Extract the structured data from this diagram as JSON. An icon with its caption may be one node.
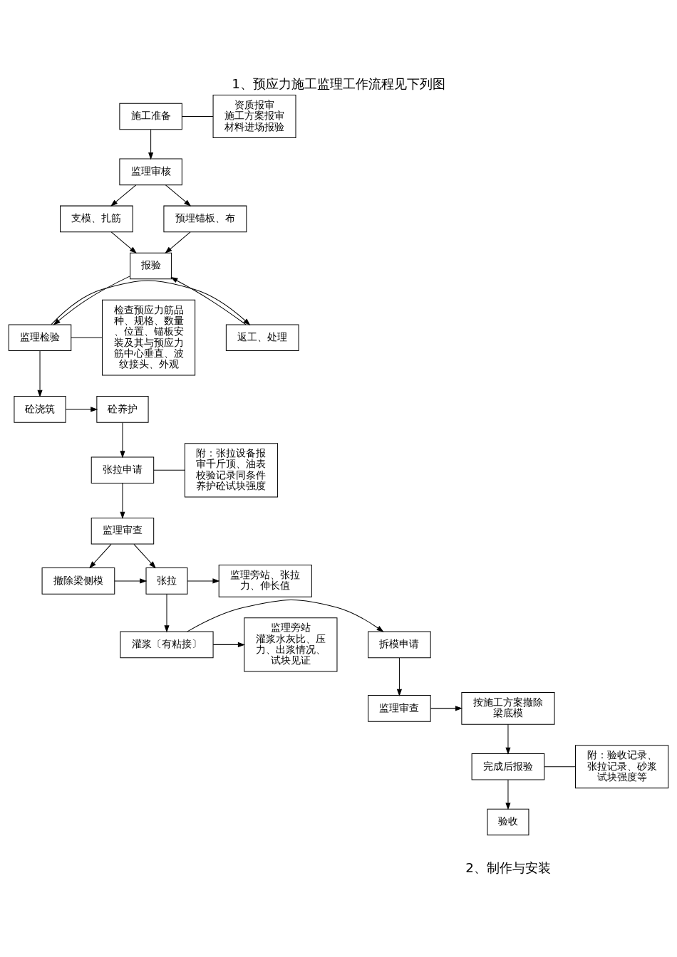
{
  "diagram": {
    "title": "1、预应力施工监理工作流程见下列图",
    "nodes": [
      {
        "text": [
          "施工准备"
        ]
      },
      {
        "text": [
          "资质报审",
          "施工方案报审",
          "材料进场报验"
        ]
      },
      {
        "text": [
          "监理审核"
        ]
      },
      {
        "text": [
          "支模、扎筋"
        ]
      },
      {
        "text": [
          "预埋锚板、布"
        ]
      },
      {
        "text": [
          "报验"
        ]
      },
      {
        "text": [
          "返工、处理"
        ]
      },
      {
        "text": [
          "监理检验"
        ]
      },
      {
        "text": [
          "检查预应力筋品种、规格、数量、位置、锚板安装及其与预应力筋中心垂直、波纹接头、外观"
        ]
      },
      {
        "text": [
          "砼养护"
        ]
      },
      {
        "text": [
          "砼浇筑"
        ]
      },
      {
        "text": [
          "张拉申请"
        ]
      },
      {
        "text": [
          "附：张拉设备报审千斤顶、油表校验记录同条件养护砼试块强度"
        ]
      },
      {
        "text": [
          "监理审查"
        ]
      },
      {
        "text": [
          "撤除梁侧模"
        ]
      },
      {
        "text": [
          "张拉"
        ]
      },
      {
        "text": [
          "监理旁站、张拉力、伸长值"
        ]
      },
      {
        "text": [
          "拆模申请"
        ]
      },
      {
        "text": [
          "灌浆〔有粘接〕"
        ]
      },
      {
        "text": [
          "监理旁站",
          "灌浆水灰比、压力、出浆情况、试块见证"
        ]
      },
      {
        "text": [
          "监理审查"
        ]
      },
      {
        "text": [
          "按施工方案撤除梁底模"
        ]
      },
      {
        "text": [
          "完成后报验"
        ]
      },
      {
        "text": [
          "附：验收记录、张拉记录、砂浆试块强度等"
        ]
      },
      {
        "text": [
          "验收"
        ]
      }
    ],
    "edges": [
      {
        "from": 0,
        "to": 1,
        "arrow": "none"
      },
      {
        "from": 0,
        "to": 2,
        "arrow": "to"
      },
      {
        "from": 2,
        "to": 3,
        "arrow": "to"
      },
      {
        "from": 2,
        "to": 4,
        "arrow": "to"
      },
      {
        "from": 3,
        "to": 5,
        "arrow": "to"
      },
      {
        "from": 4,
        "to": 5,
        "arrow": "to"
      },
      {
        "from": 5,
        "to": 7,
        "arrow": "to"
      },
      {
        "from": 7,
        "to": 6,
        "arrow": "to"
      },
      {
        "from": 6,
        "to": 5,
        "arrow": "to"
      },
      {
        "from": 7,
        "to": 8,
        "arrow": "none"
      },
      {
        "from": 7,
        "to": 10,
        "arrow": "to"
      },
      {
        "from": 10,
        "to": 9,
        "arrow": "to"
      },
      {
        "from": 9,
        "to": 11,
        "arrow": "to"
      },
      {
        "from": 11,
        "to": 12,
        "arrow": "none"
      },
      {
        "from": 11,
        "to": 13,
        "arrow": "to"
      },
      {
        "from": 13,
        "to": 14,
        "arrow": "to"
      },
      {
        "from": 13,
        "to": 15,
        "arrow": "to"
      },
      {
        "from": 14,
        "to": 15,
        "arrow": "to"
      },
      {
        "from": 15,
        "to": 16,
        "arrow": "to"
      },
      {
        "from": 15,
        "to": 18,
        "arrow": "to"
      },
      {
        "from": 18,
        "to": 17,
        "arrow": "to"
      },
      {
        "from": 18,
        "to": 19,
        "arrow": "to"
      },
      {
        "from": 17,
        "to": 20,
        "arrow": "to"
      },
      {
        "from": 20,
        "to": 21,
        "arrow": "to"
      },
      {
        "from": 21,
        "to": 22,
        "arrow": "to"
      },
      {
        "from": 22,
        "to": 23,
        "arrow": "none"
      },
      {
        "from": 22,
        "to": 24,
        "arrow": "to"
      }
    ],
    "labels": [
      "2、制作与安装"
    ]
  }
}
